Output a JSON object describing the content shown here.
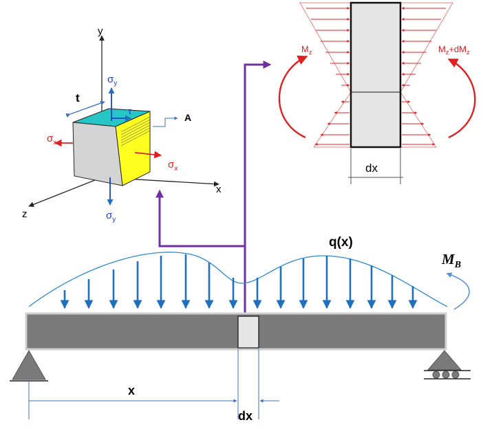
{
  "element": {
    "axis_x": "x",
    "axis_y": "y",
    "axis_z": "z",
    "thickness": "t",
    "sigma": "σ",
    "sub_x": "x",
    "sub_y": "y",
    "tau": "τ",
    "point": "A"
  },
  "section": {
    "m_left": "M",
    "m_left_sub": "z",
    "m_right": "M",
    "m_right_sub1": "z",
    "m_right_plus": "+dM",
    "m_right_sub2": "z",
    "dx": "dx"
  },
  "beam": {
    "load": "q(x)",
    "moment": "M",
    "moment_sub": "B",
    "x_dim": "x",
    "dx_dim": "dx"
  },
  "colors": {
    "load_arrow": "#1f6fbf",
    "beam_fill": "#7a7a7a",
    "connector": "#7030a0",
    "stress_red": "#e02020",
    "cube_top": "#26c6c6",
    "cube_right": "#ffff20",
    "cube_front": "#d4d4d4",
    "dim_blue": "#3a6fc0"
  }
}
